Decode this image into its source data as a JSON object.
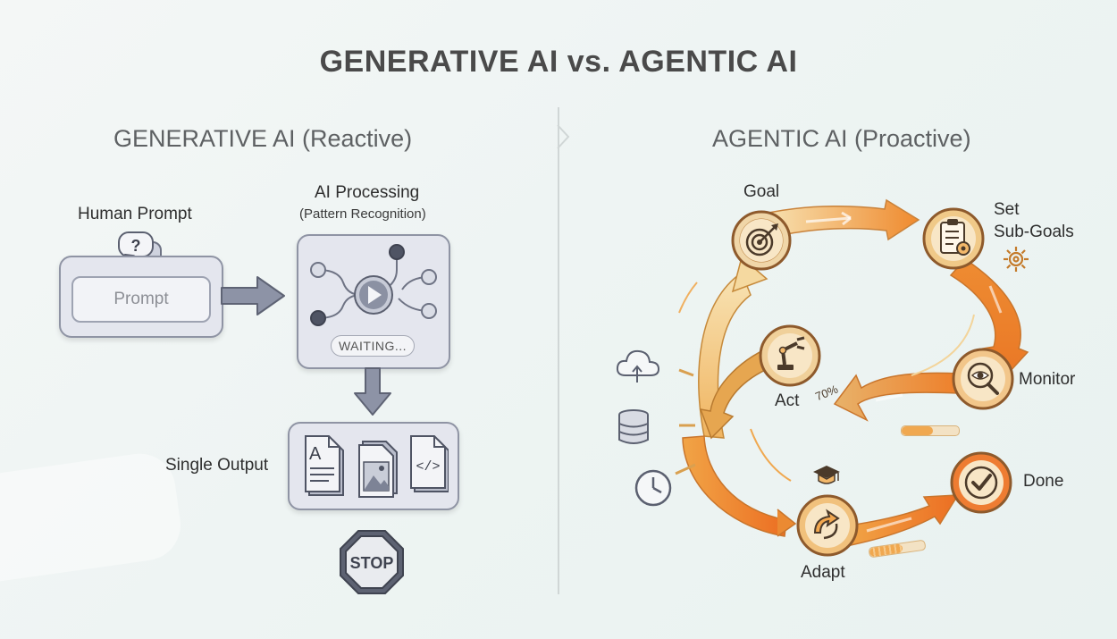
{
  "title": "GENERATIVE AI vs. AGENTIC AI",
  "generative": {
    "heading": "GENERATIVE AI (Reactive)",
    "human_prompt_label": "Human Prompt",
    "prompt_box_text": "Prompt",
    "processing_label": "AI Processing",
    "processing_sublabel": "(Pattern Recognition)",
    "waiting_text": "WAITING...",
    "output_label": "Single Output",
    "output_icons": [
      "text-document-icon",
      "image-document-icon",
      "code-document-icon"
    ],
    "stop_text": "STOP",
    "stop_color": "#e9ebef"
  },
  "agentic": {
    "heading": "AGENTIC AI (Proactive)",
    "steps": {
      "goal": "Goal",
      "set_sub_goals_line1": "Set",
      "set_sub_goals_line2": "Sub-Goals",
      "monitor": "Monitor",
      "act": "Act",
      "adapt": "Adapt",
      "done": "Done"
    },
    "act_progress_text": "70%",
    "inputs": [
      "cloud-icon",
      "database-icon",
      "clock-icon"
    ],
    "arrow_color_light": "#f3dba4",
    "arrow_color_dark": "#ee7c28",
    "node_border_color": "#8e5a2c"
  }
}
